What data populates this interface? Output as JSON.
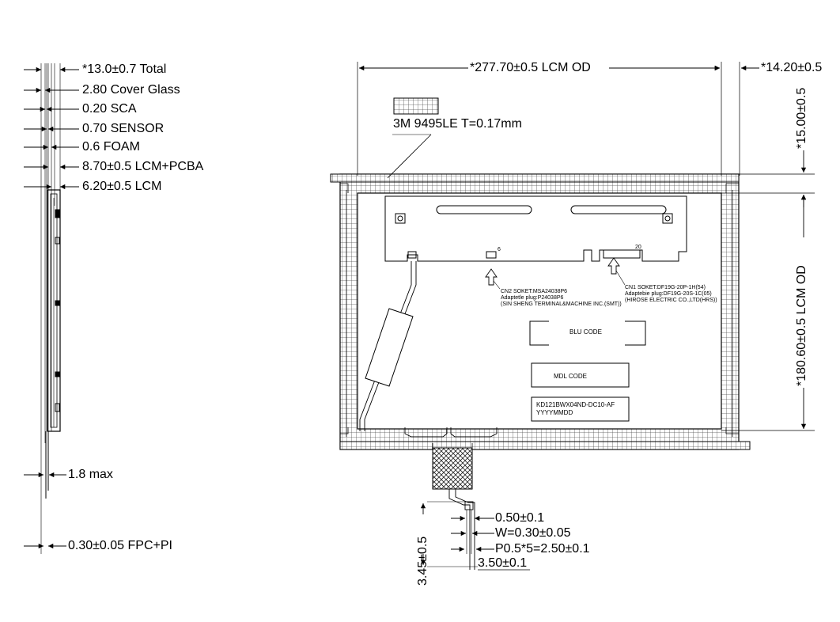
{
  "side_view": {
    "dims": [
      "*13.0±0.7 Total",
      "2.80 Cover Glass",
      "0.20 SCA",
      "0.70 SENSOR",
      "0.6 FOAM",
      "8.70±0.5 LCM+PCBA",
      "6.20±0.5 LCM"
    ],
    "fpc_max": "1.8 max",
    "fpc_pi": "0.30±0.05 FPC+PI"
  },
  "front_view": {
    "width_dim": "*277.70±0.5 LCM OD",
    "right_offset_dim": "*14.20±0.5",
    "top_offset_dim": "*15.00±0.5",
    "height_dim": "*180.60±0.5 LCM OD",
    "tape_note": "3M 9495LE T=0.17mm",
    "cn2_pin": "6",
    "cn1_pin": "20",
    "cn2_note": [
      "CN2 SOKET:MSA24038P6",
      "Adaptetle plug:P24038P6",
      "(SIN SHENG TERMINAL&MACHINE INC.(SMT))"
    ],
    "cn1_note": [
      "CN1 SOKET:DF19G-20P-1H(54)",
      "Adaptebie plug:DF19G-20S-1C(05)",
      "(HIROSE ELECTRIC CO.,LTD(HRS))"
    ],
    "blu_code": "BLU CODE",
    "mdl_code": "MDL CODE",
    "model_line1": "KD121BWX04ND-DC10-AF",
    "model_line2": "YYYYMMDD"
  },
  "fpc_detail": {
    "dims": [
      "0.50±0.1",
      "W=0.30±0.05",
      "P0.5*5=2.50±0.1",
      "3.50±0.1"
    ],
    "vertical_dim": "3.45±0.5"
  }
}
